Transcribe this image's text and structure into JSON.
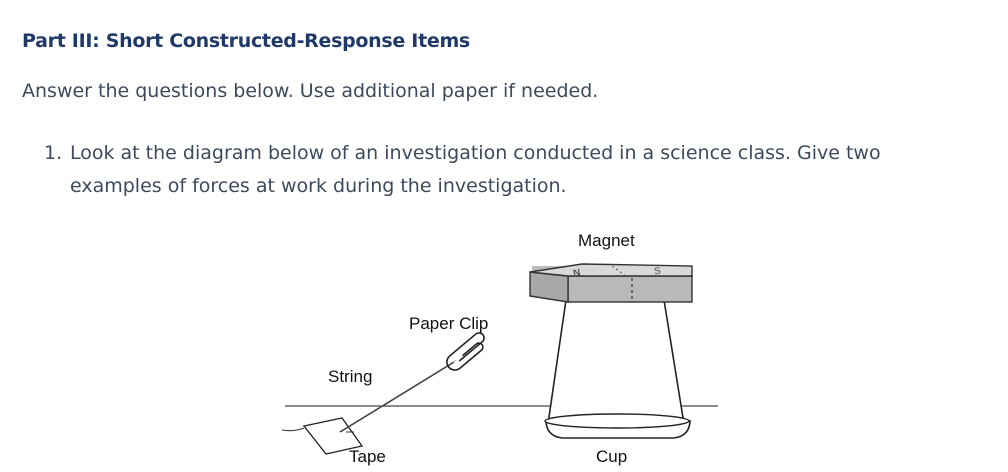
{
  "section": {
    "title": "Part III: Short Constructed-Response Items"
  },
  "instructions": "Answer the questions below. Use additional paper if needed.",
  "question": {
    "number": "1.",
    "line1": "Look at the diagram below of an investigation conducted in a science class. Give two",
    "line2": "examples of forces at work during the investigation."
  },
  "diagram": {
    "labels": {
      "magnet": "Magnet",
      "paper_clip": "Paper Clip",
      "string": "String",
      "tape": "Tape",
      "cup": "Cup"
    },
    "magnet_poles": {
      "north": "N",
      "south": "S"
    }
  }
}
